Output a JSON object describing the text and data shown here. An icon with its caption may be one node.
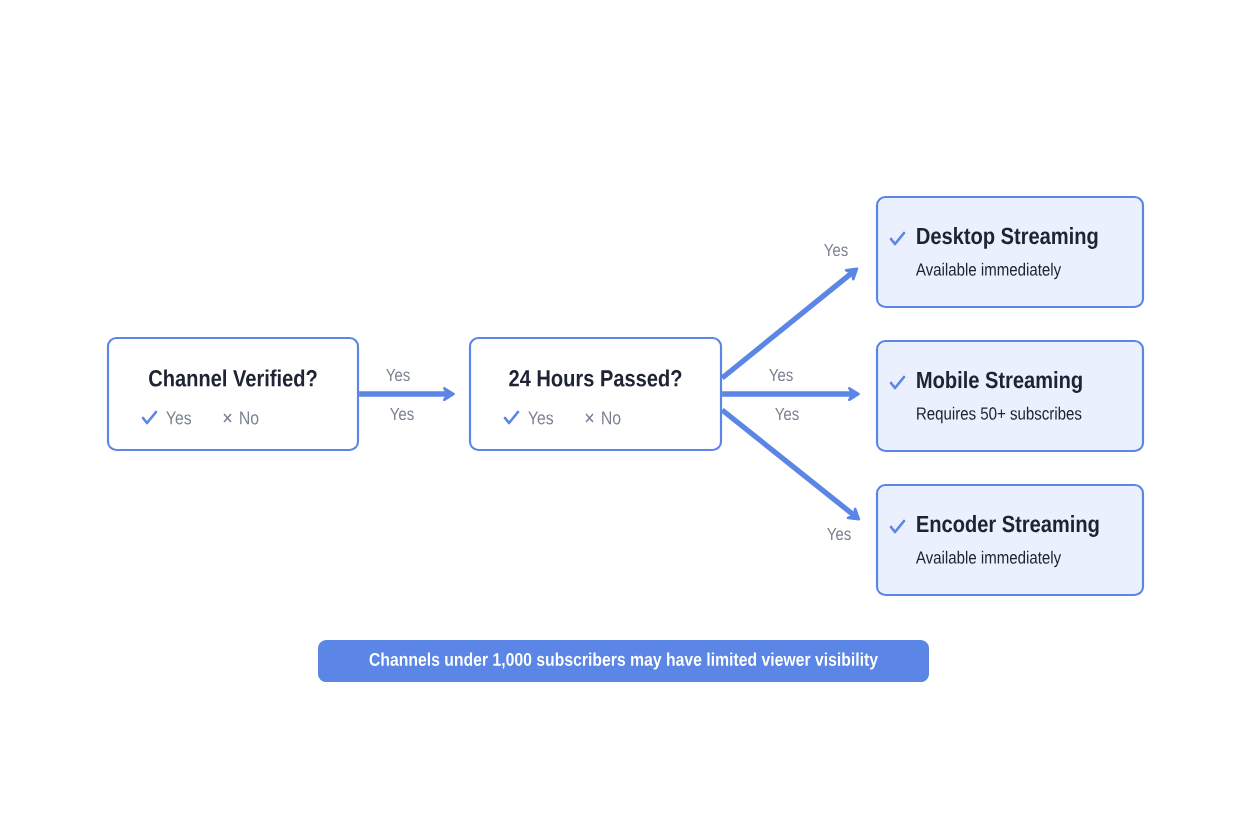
{
  "diagram": {
    "nodes": [
      {
        "text": [
          "Channel Verified?",
          "Yes",
          "No"
        ]
      },
      {
        "text": [
          "24 Hours Passed?",
          "Yes",
          "No"
        ]
      },
      {
        "text": [
          "Desktop Streaming",
          "Available immediately"
        ]
      },
      {
        "text": [
          "Mobile Streaming",
          "Requires 50+ subscribes"
        ]
      },
      {
        "text": [
          "Encoder Streaming",
          "Available immediately"
        ]
      },
      {
        "text": [
          "Channels under 1,000 subscribers may have limited viewer visibility"
        ]
      }
    ],
    "edges": [
      {
        "from": 0,
        "to": 1,
        "arrow": "to",
        "label": "Yes"
      },
      {
        "from": 1,
        "to": 2,
        "arrow": "to",
        "label": "Yes"
      },
      {
        "from": 1,
        "to": 3,
        "arrow": "to",
        "label": "Yes"
      },
      {
        "from": 1,
        "to": 4,
        "arrow": "to",
        "label": "Yes"
      }
    ],
    "labels": [
      "Yes",
      "Yes"
    ]
  }
}
